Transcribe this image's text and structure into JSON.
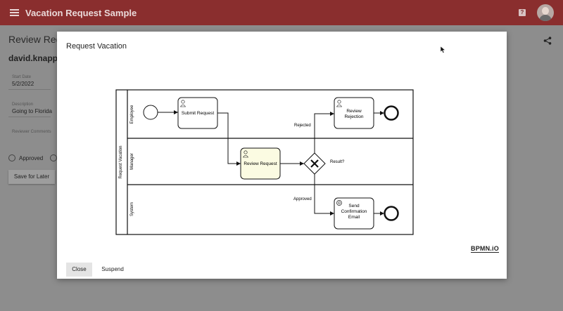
{
  "app": {
    "title": "Vacation Request Sample",
    "help_icon": "help-icon",
    "help_glyph": "?"
  },
  "page": {
    "title": "Review Requ",
    "user": "david.knapp@",
    "start_date_label": "Start Date",
    "start_date_value": "5/2/2022",
    "description_label": "Description",
    "description_value": "Going to Florida",
    "reviewer_comments_label": "Reviewer Comments",
    "approved_label": "Approved",
    "save_label": "Save for Later"
  },
  "modal": {
    "title": "Request Vacation",
    "logo": "BPMN.iO",
    "close_label": "Close",
    "suspend_label": "Suspend"
  },
  "diagram": {
    "pool_label": "Request Vacation",
    "lanes": [
      "Employee",
      "Manager",
      "System"
    ],
    "tasks": {
      "submit": "Submit Request",
      "review": "Review Request",
      "rejection_line1": "Review",
      "rejection_line2": "Rejection",
      "confirm_line1": "Send",
      "confirm_line2": "Confirmation",
      "confirm_line3": "Email"
    },
    "gateway_label": "Result?",
    "flow_rejected": "Rejected",
    "flow_approved": "Approved",
    "colors": {
      "review_fill": "#fbfbe2",
      "stroke": "#111111"
    }
  }
}
